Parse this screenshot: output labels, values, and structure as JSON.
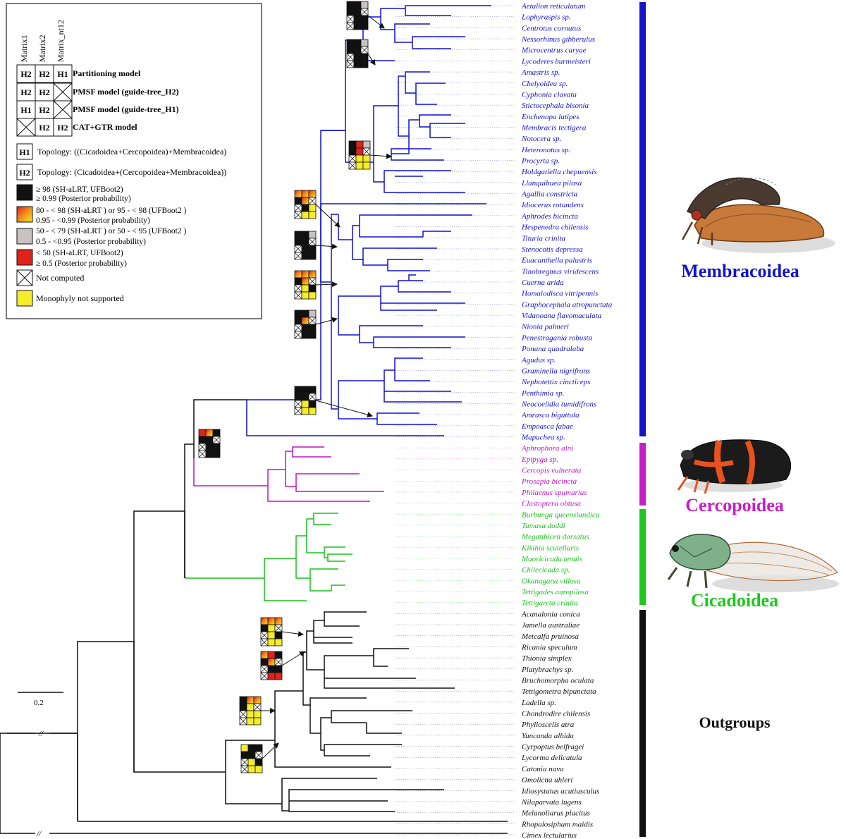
{
  "legend": {
    "matrices": [
      "Matrix1",
      "Matrix2",
      "Matrix_nt12"
    ],
    "models": [
      {
        "cells": [
          "H2",
          "H2",
          "H1"
        ],
        "label": "Partitioning model"
      },
      {
        "cells": [
          "H2",
          "H2",
          "x"
        ],
        "label": "PMSF model (guide-tree_H2)"
      },
      {
        "cells": [
          "H1",
          "H2",
          "x"
        ],
        "label": "PMSF model (guide-tree_H1)"
      },
      {
        "cells": [
          "x",
          "H2",
          "H2"
        ],
        "label": "CAT+GTR model"
      }
    ],
    "topologies": [
      {
        "key": "H1",
        "text": "Topology: ((Cicadoidea+Cercopoidea)+Membracoidea)"
      },
      {
        "key": "H2",
        "text": "Topology: (Cicadoidea+(Cercopoidea+Membracoidea))"
      }
    ],
    "support": [
      {
        "color": "#111111",
        "line1": "≥ 98 (SH-aLRT, UFBoot2)",
        "line2": "≥ 0.99 (Posterior probability)"
      },
      {
        "color": "gradient",
        "line1": "80 - < 98 (SH-aLRT ) or 95 - < 98 (UFBoot2 )",
        "line2": "0.95 - <0.99 (Posterior probability)"
      },
      {
        "color": "#c8c2c2",
        "line1": "50 - < 79 (SH-aLRT ) or 50 - < 95 (UFBoot2 )",
        "line2": "0.5 - <0.95 (Posterior probability)"
      },
      {
        "color": "#e0231a",
        "line1": "< 50 (SH-aLRT, UFBoot2)",
        "line2": "≥ 0.5 (Posterior probability)"
      }
    ],
    "not_computed": "Not computed",
    "monophyly": "Monophyly not supported"
  },
  "scale": {
    "label": "0.2"
  },
  "taxa": [
    {
      "name": "Aetalion reticulatum",
      "group": "memb"
    },
    {
      "name": "Lophyraspis sp.",
      "group": "memb"
    },
    {
      "name": "Centrotus cornutus",
      "group": "memb"
    },
    {
      "name": "Nessorhinus gibberulus",
      "group": "memb"
    },
    {
      "name": "Microcentrus caryae",
      "group": "memb"
    },
    {
      "name": "Lycoderes burmeisteri",
      "group": "memb"
    },
    {
      "name": "Amastris sp.",
      "group": "memb"
    },
    {
      "name": "Chelyoidea sp.",
      "group": "memb"
    },
    {
      "name": "Cyphonia clavata",
      "group": "memb"
    },
    {
      "name": "Stictocephala bisonia",
      "group": "memb"
    },
    {
      "name": "Enchenopa latipes",
      "group": "memb"
    },
    {
      "name": "Membracis tectigera",
      "group": "memb"
    },
    {
      "name": "Notocera sp.",
      "group": "memb"
    },
    {
      "name": "Heteronotus sp.",
      "group": "memb"
    },
    {
      "name": "Procyrta sp.",
      "group": "memb"
    },
    {
      "name": "Holdgatiella chepuensis",
      "group": "memb"
    },
    {
      "name": "Llanquihuea pilosa",
      "group": "memb"
    },
    {
      "name": "Agallia constricta",
      "group": "memb"
    },
    {
      "name": "Idiocerus rotundens",
      "group": "memb"
    },
    {
      "name": "Aphrodes bicincta",
      "group": "memb"
    },
    {
      "name": "Hespenedra chilensis",
      "group": "memb"
    },
    {
      "name": "Tituria crinita",
      "group": "memb"
    },
    {
      "name": "Stenocotis depressa",
      "group": "memb"
    },
    {
      "name": "Euacanthella palustris",
      "group": "memb"
    },
    {
      "name": "Tinobregmus viridescens",
      "group": "memb"
    },
    {
      "name": "Cuerna arida",
      "group": "memb"
    },
    {
      "name": "Homalodisca vitripennis",
      "group": "memb"
    },
    {
      "name": "Graphocephala atropunctata",
      "group": "memb"
    },
    {
      "name": "Vidanoana flavomaculata",
      "group": "memb"
    },
    {
      "name": "Nionia palmeri",
      "group": "memb"
    },
    {
      "name": "Penestragania robusta",
      "group": "memb"
    },
    {
      "name": "Ponana quadralaba",
      "group": "memb"
    },
    {
      "name": "Agudus sp.",
      "group": "memb"
    },
    {
      "name": "Graminella nigrifrons",
      "group": "memb"
    },
    {
      "name": "Nephotettix cincticeps",
      "group": "memb"
    },
    {
      "name": "Penthimia sp.",
      "group": "memb"
    },
    {
      "name": "Neocoelidia tumidifrons",
      "group": "memb"
    },
    {
      "name": "Amrasca biguttula",
      "group": "memb"
    },
    {
      "name": "Empoasca fabae",
      "group": "memb"
    },
    {
      "name": "Mapuchea sp.",
      "group": "memb"
    },
    {
      "name": "Aphrophora alni",
      "group": "cerc"
    },
    {
      "name": "Epipyga sp.",
      "group": "cerc"
    },
    {
      "name": "Cercopis vulnerata",
      "group": "cerc"
    },
    {
      "name": "Prosapia bicincta",
      "group": "cerc"
    },
    {
      "name": "Philaenus spumarius",
      "group": "cerc"
    },
    {
      "name": "Clastoptera obtusa",
      "group": "cerc"
    },
    {
      "name": "Burbunga queenslandica",
      "group": "cica"
    },
    {
      "name": "Tamasa doddi",
      "group": "cica"
    },
    {
      "name": "Megatibicen dorsatus",
      "group": "cica"
    },
    {
      "name": "Kikihia scutellaris",
      "group": "cica"
    },
    {
      "name": "Maoricicada tenuis",
      "group": "cica"
    },
    {
      "name": "Chilecicada sp.",
      "group": "cica"
    },
    {
      "name": "Okanagana villosa",
      "group": "cica"
    },
    {
      "name": "Tettigades auropilosa",
      "group": "cica"
    },
    {
      "name": "Tettigarcta crinita",
      "group": "cica"
    },
    {
      "name": "Acanalonia conica",
      "group": "out"
    },
    {
      "name": "Jamella australiae",
      "group": "out"
    },
    {
      "name": "Metcalfa pruinosa",
      "group": "out"
    },
    {
      "name": "Ricania speculum",
      "group": "out"
    },
    {
      "name": "Thionia simplex",
      "group": "out"
    },
    {
      "name": "Platybrachys sp.",
      "group": "out"
    },
    {
      "name": "Bruchomorpha oculata",
      "group": "out"
    },
    {
      "name": "Tettigometra bipunctata",
      "group": "out"
    },
    {
      "name": "Ladella sp.",
      "group": "out"
    },
    {
      "name": "Chondrodire chilensis",
      "group": "out"
    },
    {
      "name": "Phylloscelis atra",
      "group": "out"
    },
    {
      "name": "Yuncanda albida",
      "group": "out"
    },
    {
      "name": "Cyrpoptus belfragei",
      "group": "out"
    },
    {
      "name": "Lycorma delicatula",
      "group": "out"
    },
    {
      "name": "Catonia nava",
      "group": "out"
    },
    {
      "name": "Omolicna uhleri",
      "group": "out"
    },
    {
      "name": "Idiosystatus acutiusculus",
      "group": "out"
    },
    {
      "name": "Nilaparvata lugens",
      "group": "out"
    },
    {
      "name": "Melanoliarus placitus",
      "group": "out"
    },
    {
      "name": "Rhopalosiphum maidis",
      "group": "out"
    },
    {
      "name": "Cimex lectularius",
      "group": "out"
    }
  ],
  "clades": [
    {
      "name": "Membracoidea",
      "color": "#1414c8"
    },
    {
      "name": "Cercopoidea",
      "color": "#c81ec8"
    },
    {
      "name": "Cicadoidea",
      "color": "#1ec81e"
    },
    {
      "name": "Outgroups",
      "color": "#111111"
    }
  ],
  "colors": {
    "memb": "#1010d0",
    "cerc": "#c014c0",
    "cica": "#18c018",
    "out": "#111111"
  },
  "break_mark": "//"
}
